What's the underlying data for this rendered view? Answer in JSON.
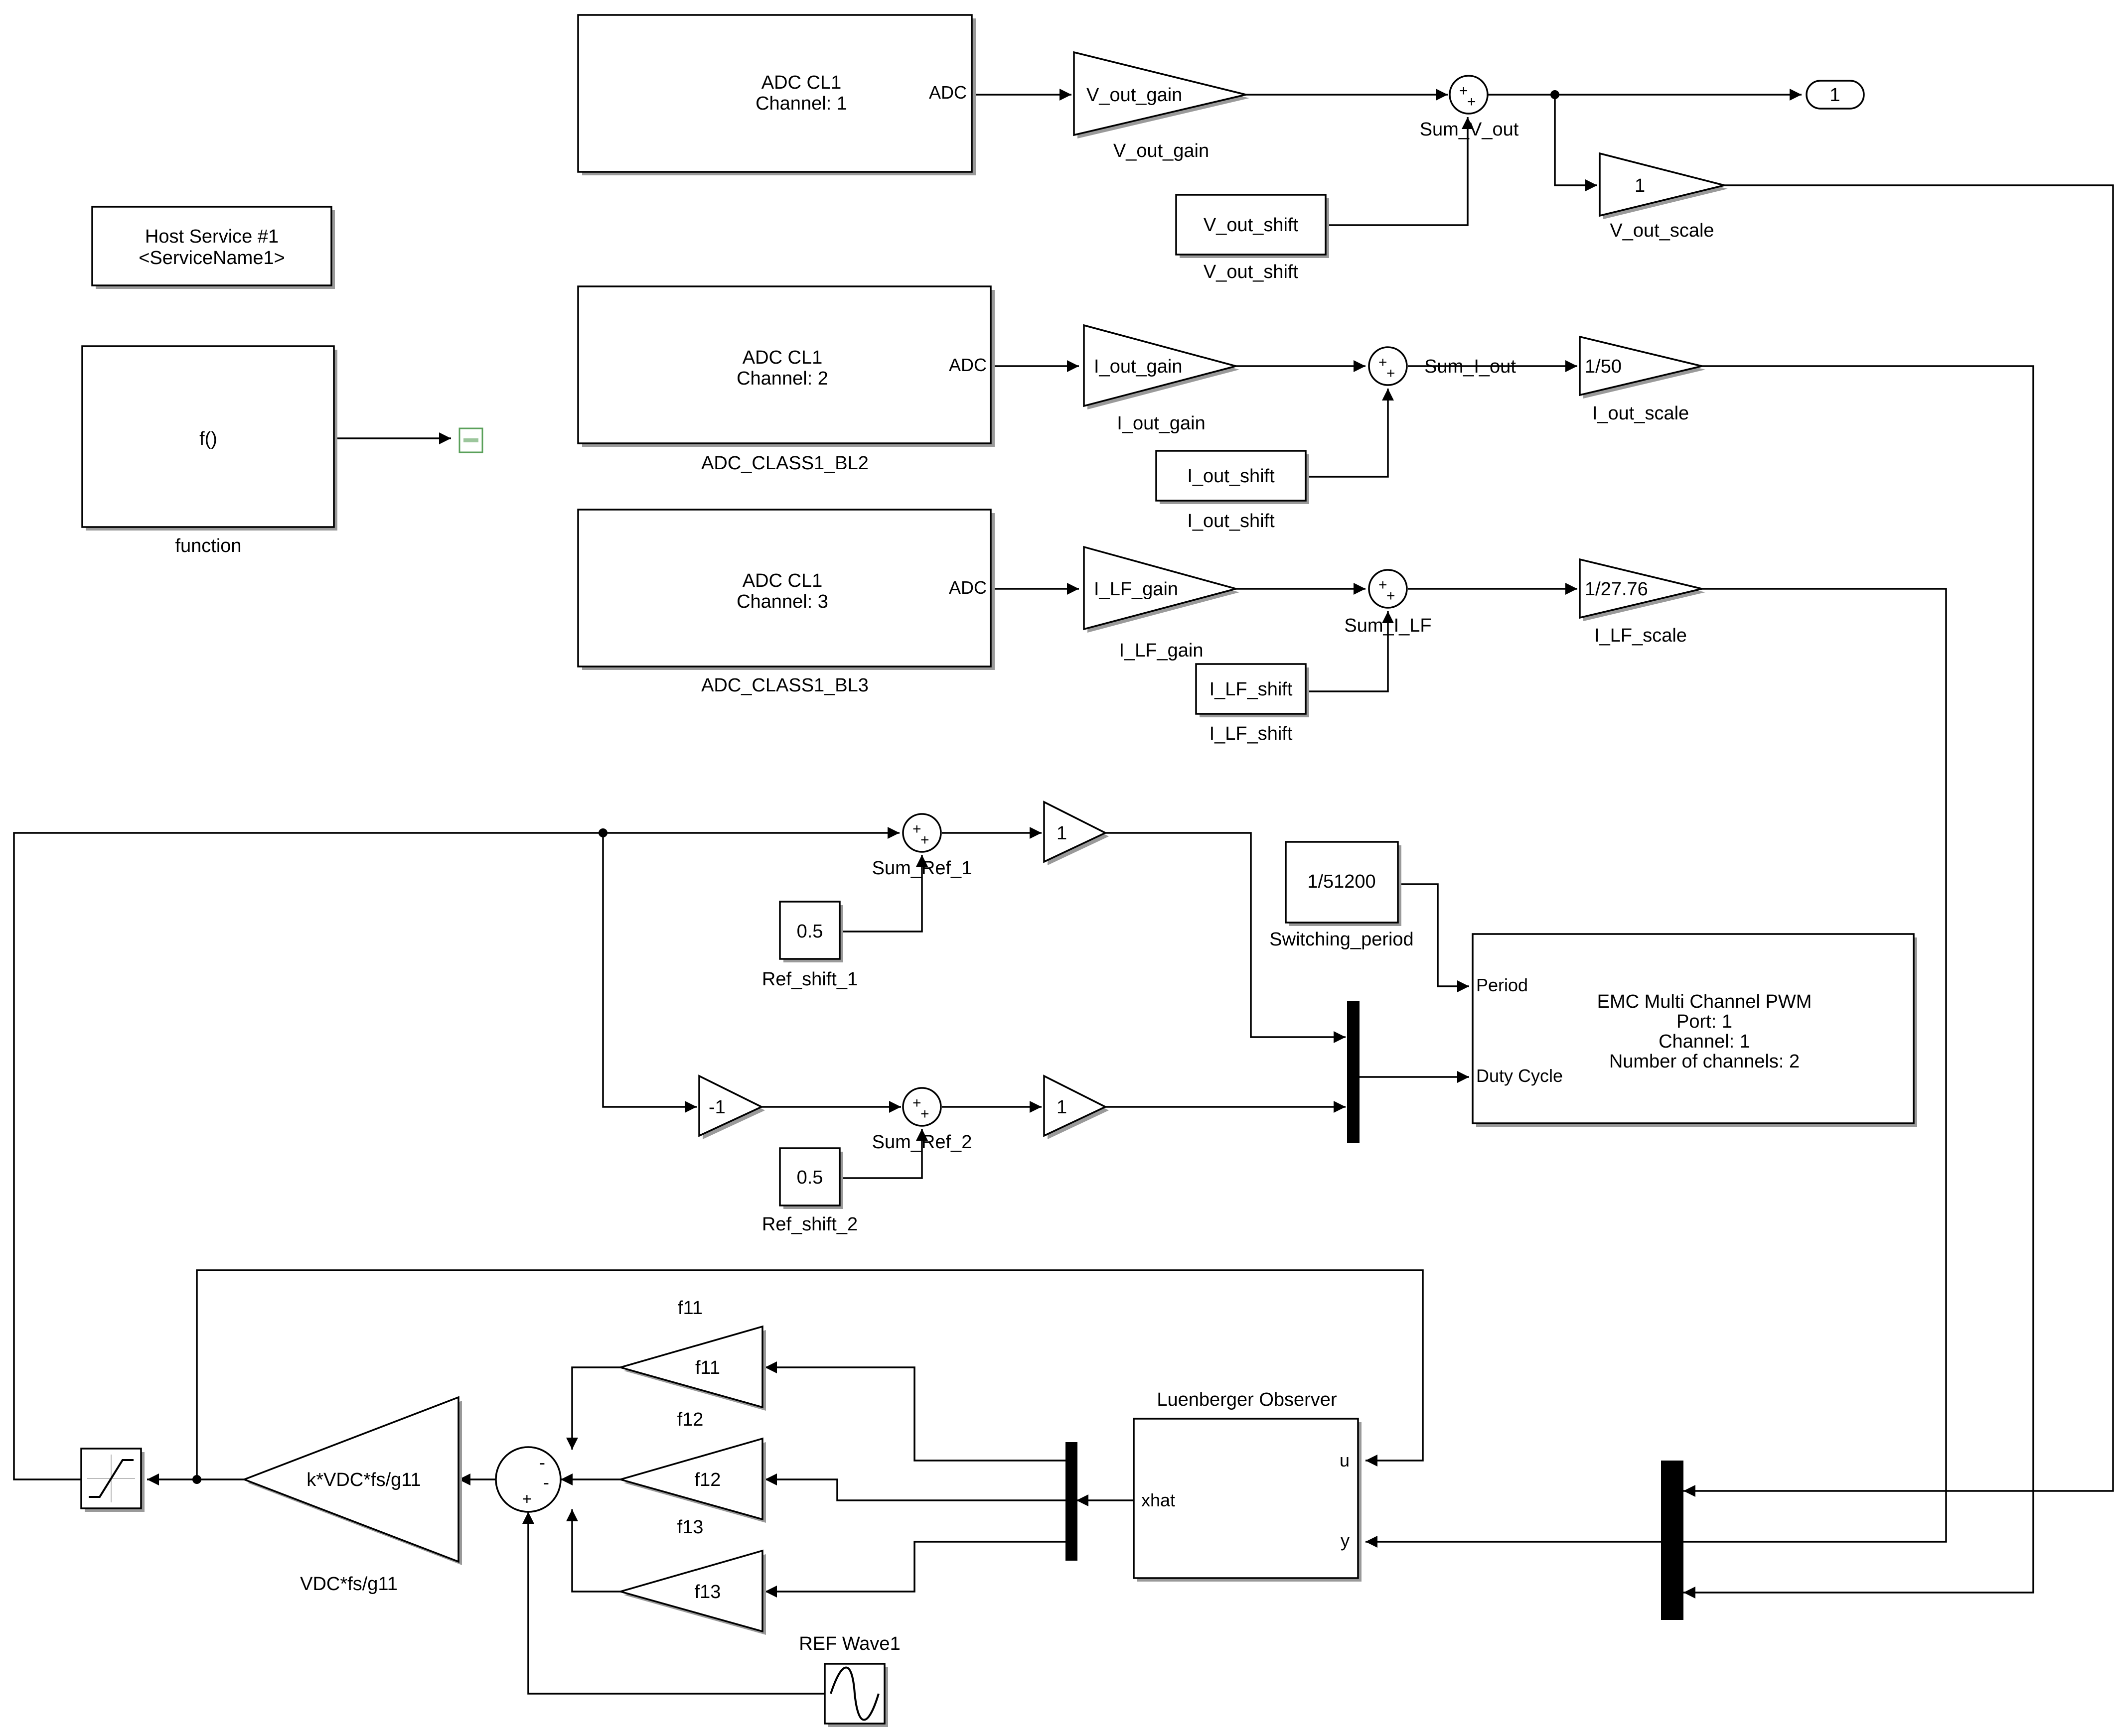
{
  "blocks": {
    "host_service": {
      "line1": "Host Service #1",
      "line2": "<ServiceName1>"
    },
    "function_block": {
      "text": "f()",
      "name": "function"
    },
    "adc1": {
      "line1": "ADC CL1",
      "line2": "Channel: 1",
      "port": "ADC"
    },
    "adc2": {
      "line1": "ADC CL1",
      "line2": "Channel: 2",
      "port": "ADC",
      "name": "ADC_CLASS1_BL2"
    },
    "adc3": {
      "line1": "ADC CL1",
      "line2": "Channel: 3",
      "port": "ADC",
      "name": "ADC_CLASS1_BL3"
    },
    "v_out_gain": {
      "text": "V_out_gain",
      "name": "V_out_gain"
    },
    "sum_v_out": {
      "name": "Sum_V_out",
      "signs": "++"
    },
    "v_out_shift": {
      "text": "V_out_shift",
      "name": "V_out_shift"
    },
    "out_port": {
      "text": "1"
    },
    "v_out_scale": {
      "text": "1",
      "name": "V_out_scale"
    },
    "i_out_gain": {
      "text": "I_out_gain",
      "name": "I_out_gain"
    },
    "sum_i_out": {
      "name": "Sum_I_out",
      "signs": "++"
    },
    "i_out_shift": {
      "text": "I_out_shift",
      "name": "I_out_shift"
    },
    "i_out_scale": {
      "text": "1/50",
      "name": "I_out_scale"
    },
    "i_lf_gain": {
      "text": "I_LF_gain",
      "name": "I_LF_gain"
    },
    "sum_i_lf": {
      "name": "Sum_I_LF",
      "signs": "++"
    },
    "i_lf_shift": {
      "text": "I_LF_shift",
      "name": "I_LF_shift"
    },
    "i_lf_scale": {
      "text": "1/27.76",
      "name": "I_LF_scale"
    },
    "sum_ref_1": {
      "name": "Sum_Ref_1",
      "signs": "++"
    },
    "gain_ref_1": {
      "text": "1"
    },
    "ref_shift_1": {
      "text": "0.5",
      "name": "Ref_shift_1"
    },
    "neg_gain": {
      "text": "-1"
    },
    "sum_ref_2": {
      "name": "Sum_Ref_2",
      "signs": "++"
    },
    "gain_ref_2": {
      "text": "1"
    },
    "ref_shift_2": {
      "text": "0.5",
      "name": "Ref_shift_2"
    },
    "switching_period": {
      "text": "1/51200",
      "name": "Switching_period"
    },
    "pwm": {
      "line1": "EMC Multi Channel PWM",
      "line2": "Port: 1",
      "line3": "Channel: 1",
      "line4": "Number of channels: 2",
      "port_period": "Period",
      "port_duty": "Duty Cycle"
    },
    "f11": {
      "text": "f11",
      "name": "f11"
    },
    "f12": {
      "text": "f12",
      "name": "f12"
    },
    "f13": {
      "text": "f13",
      "name": "f13"
    },
    "sum_main": {
      "signs": "--+"
    },
    "k_gain": {
      "text": "k*VDC*fs/g11",
      "name": "VDC*fs/g11"
    },
    "observer": {
      "name": "Luenberger Observer",
      "port_u": "u",
      "port_y": "y",
      "port_xhat": "xhat"
    },
    "ref_wave": {
      "name": "REF Wave1"
    }
  },
  "colors": {
    "wire": "#000000",
    "block_fill": "#ffffff",
    "shadow": "#9a9a9a",
    "terminator": "#5aa05a"
  }
}
